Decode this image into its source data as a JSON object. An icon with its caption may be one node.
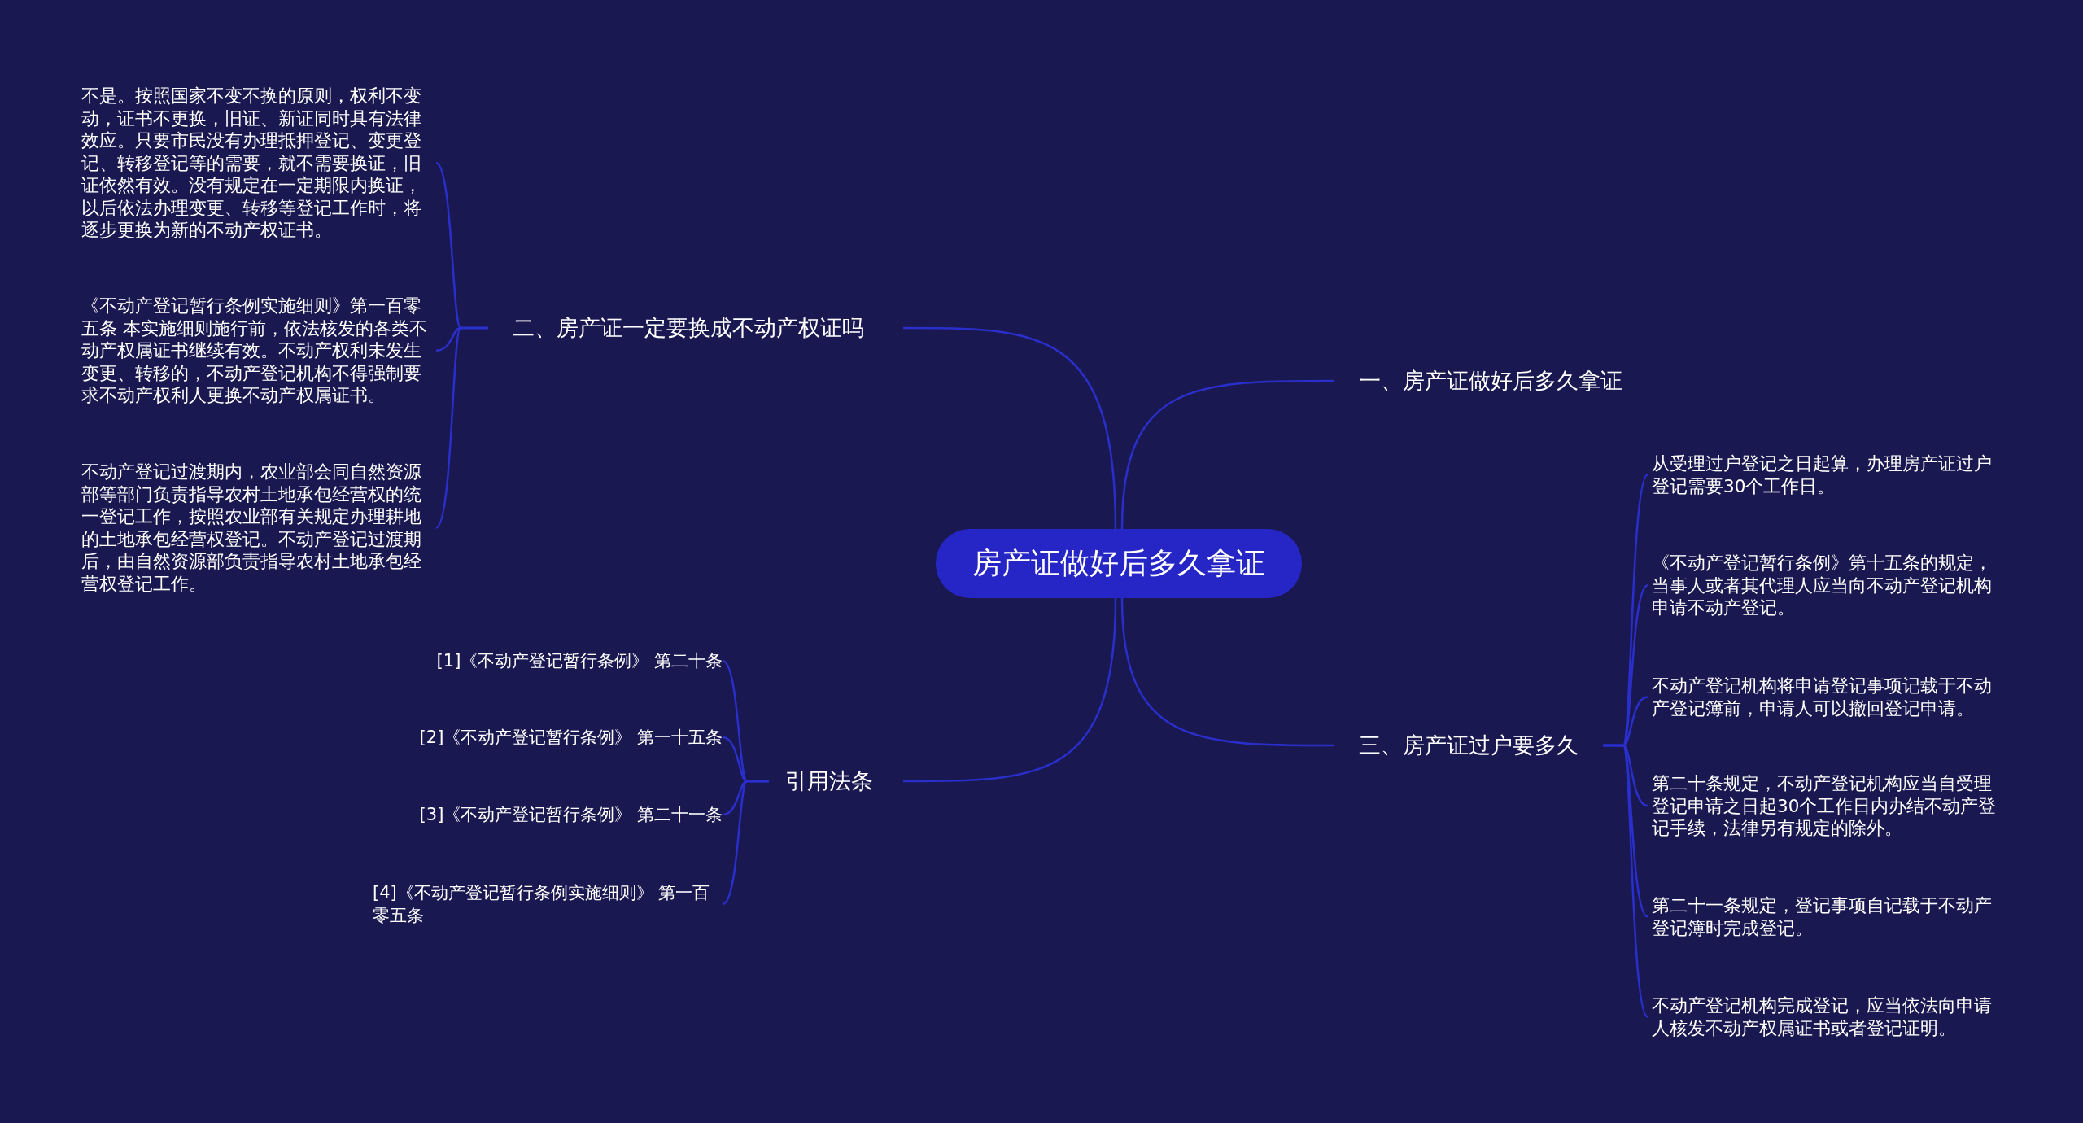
{
  "diagram": {
    "nodes": [
      {
        "text": [
          "房产证做好后多久拿证"
        ]
      },
      {
        "text": [
          "二、房产证一定要换成不动产权证吗"
        ]
      },
      {
        "text": [
          "不是。按照国家不变不换的原则，权利不变动，证书不更换，旧证、新证同时具有法律效应。只要市民没有办理抵押登记、变更登记、转移登记等的需要，就不需要换证，旧证依然有效。没有规定在一定期限内换证，以后依法办理变更、转移等登记工作时，将逐步更换为新的不动产权证书。"
        ]
      },
      {
        "text": [
          "《不动产登记暂行条例实施细则》第一百零五条 本实施细则施行前，依法核发的各类不动产权属证书继续有效。不动产权利未发生变更、转移的，不动产登记机构不得强制要求不动产权利人更换不动产权属证书。"
        ]
      },
      {
        "text": [
          "不动产登记过渡期内，农业部会同自然资源部等部门负责指导农村土地承包经营权的统一登记工作，按照农业部有关规定办理耕地的土地承包经营权登记。不动产登记过渡期后，由自然资源部负责指导农村土地承包经营权登记工作。"
        ]
      },
      {
        "text": [
          "引用法条"
        ]
      },
      {
        "text": [
          "[1]《不动产登记暂行条例》 第二十条"
        ]
      },
      {
        "text": [
          "[2]《不动产登记暂行条例》 第一十五条"
        ]
      },
      {
        "text": [
          "[3]《不动产登记暂行条例》 第二十一条"
        ]
      },
      {
        "text": [
          "[4]《不动产登记暂行条例实施细则》 第一百零五条"
        ]
      },
      {
        "text": [
          "一、房产证做好后多久拿证"
        ]
      },
      {
        "text": [
          "三、房产证过户要多久"
        ]
      },
      {
        "text": [
          "从受理过户登记之日起算，办理房产证过户登记需要30个工作日。"
        ]
      },
      {
        "text": [
          "《不动产登记暂行条例》第十五条的规定，当事人或者其代理人应当向不动产登记机构申请不动产登记。"
        ]
      },
      {
        "text": [
          "不动产登记机构将申请登记事项记载于不动产登记簿前，申请人可以撤回登记申请。"
        ]
      },
      {
        "text": [
          "第二十条规定，不动产登记机构应当自受理登记申请之日起30个工作日内办结不动产登记手续，法律另有规定的除外。"
        ]
      },
      {
        "text": [
          "第二十一条规定，登记事项自记载于不动产登记簿时完成登记。"
        ]
      },
      {
        "text": [
          "不动产登记机构完成登记，应当依法向申请人核发不动产权属证书或者登记证明。"
        ]
      }
    ],
    "edges": [
      {
        "from": 0,
        "to": 1,
        "arrow": "none"
      },
      {
        "from": 1,
        "to": 2,
        "arrow": "none"
      },
      {
        "from": 1,
        "to": 3,
        "arrow": "none"
      },
      {
        "from": 1,
        "to": 4,
        "arrow": "none"
      },
      {
        "from": 0,
        "to": 5,
        "arrow": "none"
      },
      {
        "from": 5,
        "to": 6,
        "arrow": "none"
      },
      {
        "from": 5,
        "to": 7,
        "arrow": "none"
      },
      {
        "from": 5,
        "to": 8,
        "arrow": "none"
      },
      {
        "from": 5,
        "to": 9,
        "arrow": "none"
      },
      {
        "from": 0,
        "to": 10,
        "arrow": "none"
      },
      {
        "from": 0,
        "to": 11,
        "arrow": "none"
      },
      {
        "from": 11,
        "to": 12,
        "arrow": "none"
      },
      {
        "from": 11,
        "to": 13,
        "arrow": "none"
      },
      {
        "from": 11,
        "to": 14,
        "arrow": "none"
      },
      {
        "from": 11,
        "to": 15,
        "arrow": "none"
      },
      {
        "from": 11,
        "to": 16,
        "arrow": "none"
      },
      {
        "from": 11,
        "to": 17,
        "arrow": "none"
      }
    ]
  }
}
